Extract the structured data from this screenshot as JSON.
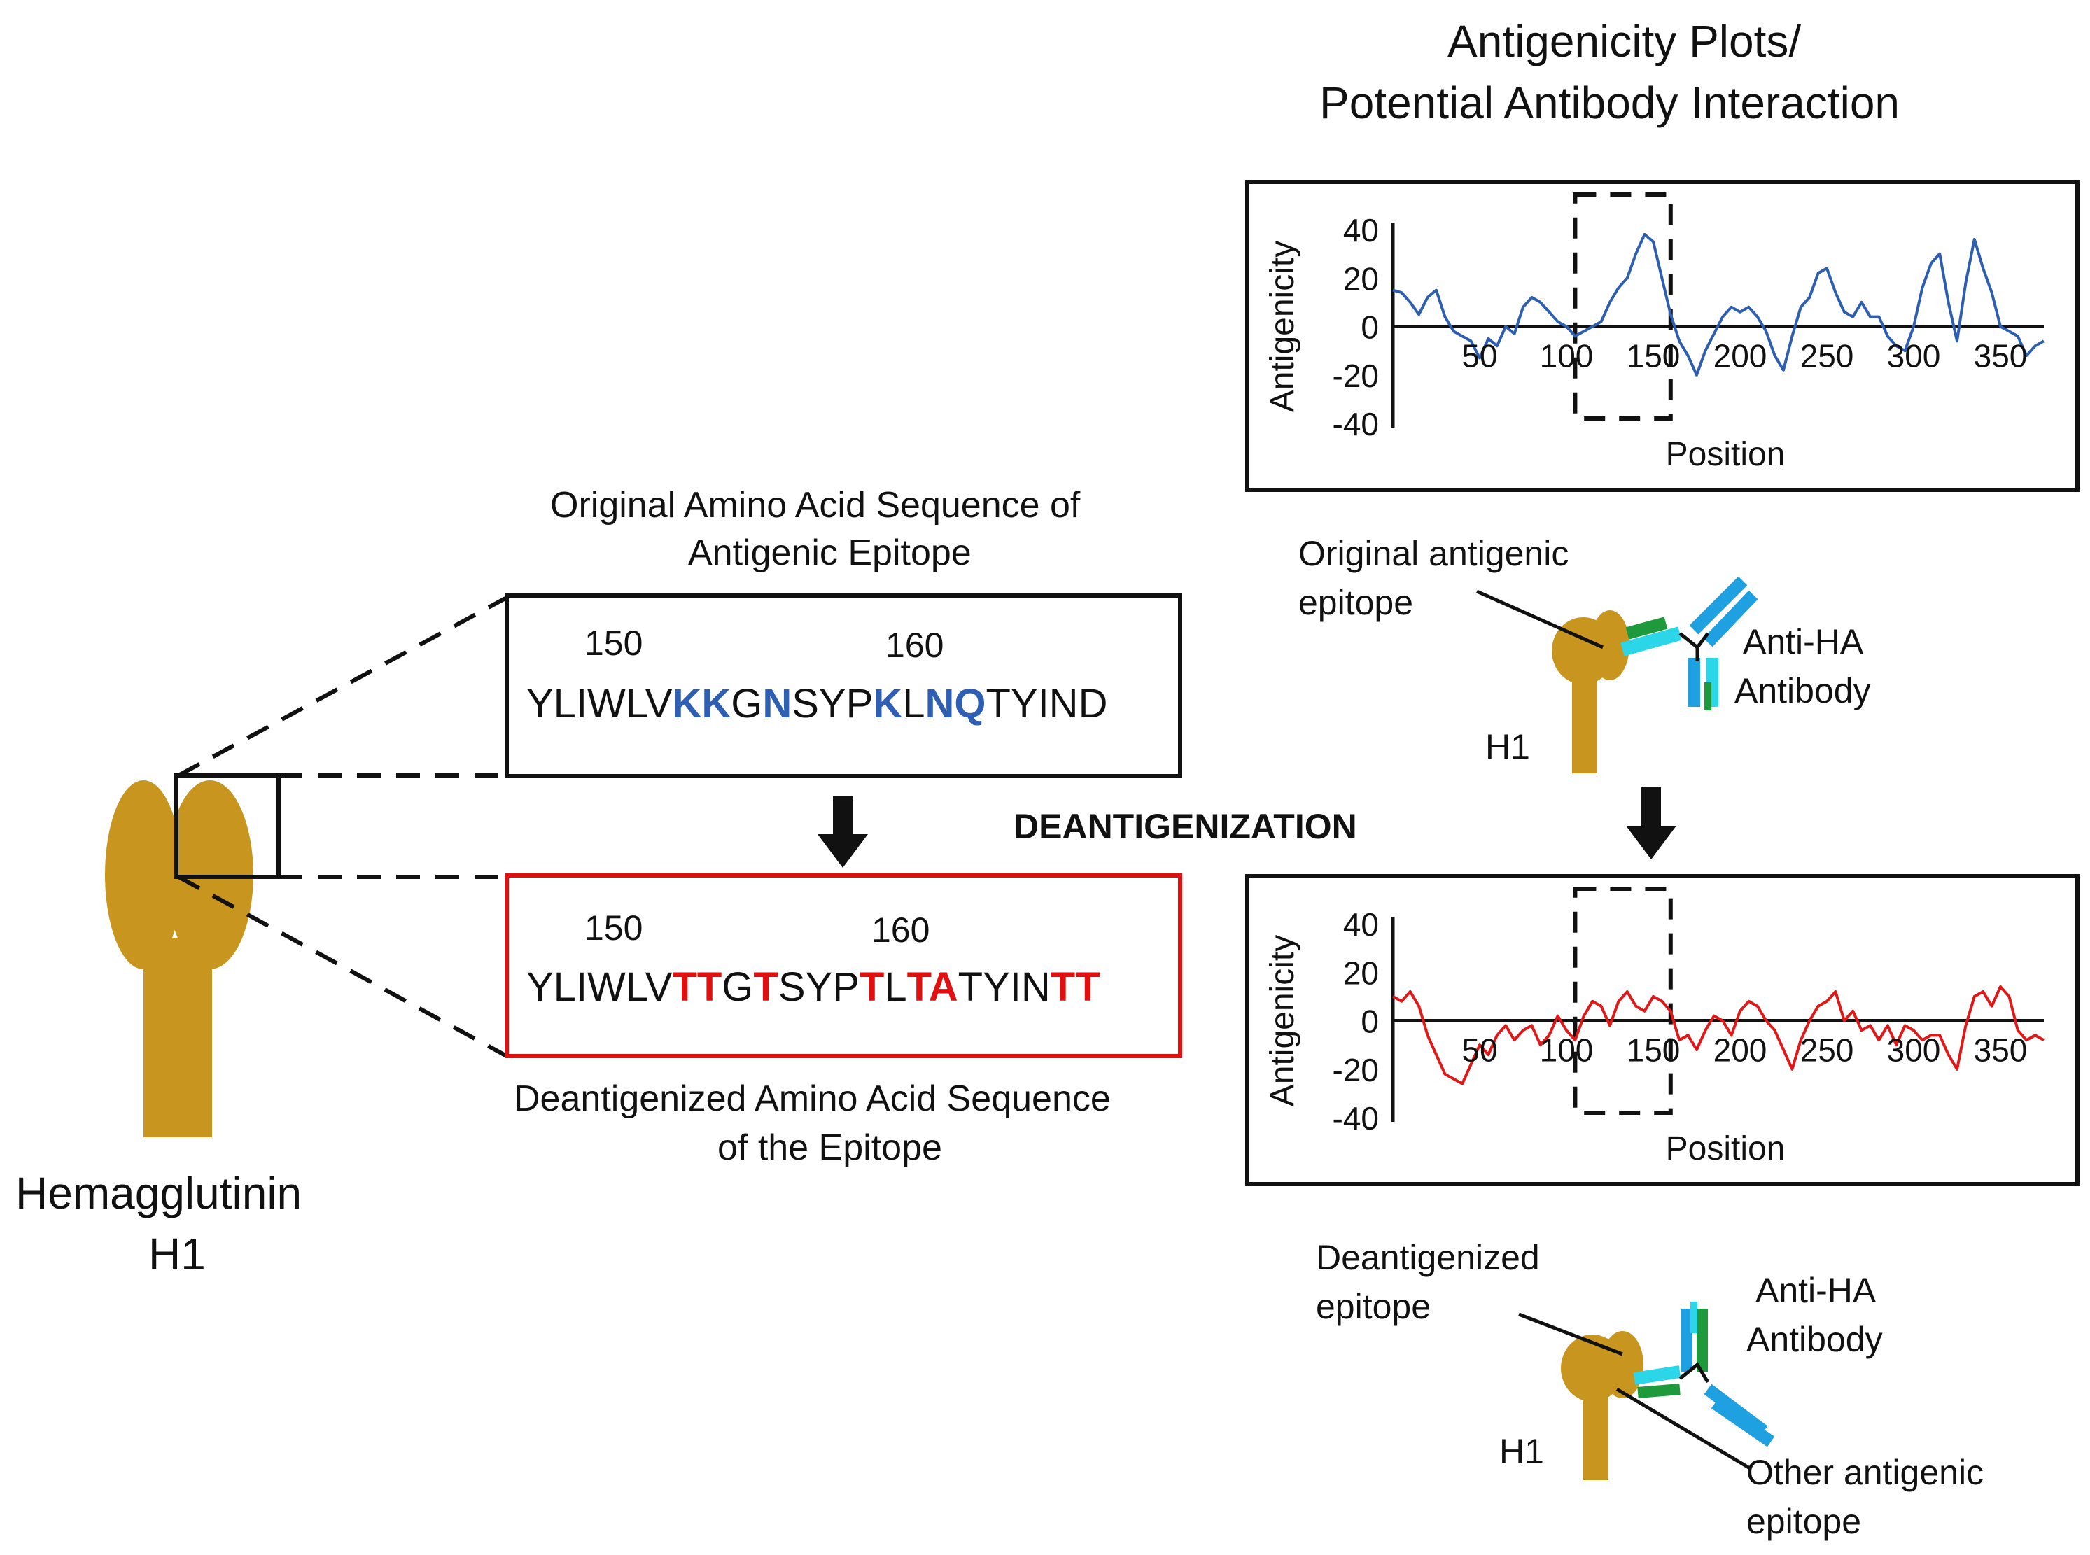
{
  "title": {
    "line1": "Antigenicity Plots/",
    "line2": "Potential Antibody Interaction"
  },
  "left": {
    "protein_label_line1": "Hemagglutinin",
    "protein_label_line2": "H1"
  },
  "original_sequence": {
    "caption_line1": "Original Amino Acid Sequence of",
    "caption_line2": "Antigenic Epitope",
    "marker_150": "150",
    "marker_160": "160",
    "highlight_color": "#2f5fb3",
    "segments": [
      {
        "text": "YLIWLV",
        "highlight": false
      },
      {
        "text": "KK",
        "highlight": true
      },
      {
        "text": "G",
        "highlight": false
      },
      {
        "text": "N",
        "highlight": true
      },
      {
        "text": "SYP",
        "highlight": false
      },
      {
        "text": "K",
        "highlight": true
      },
      {
        "text": "L",
        "highlight": false
      },
      {
        "text": "NQ",
        "highlight": true
      },
      {
        "text": "TYIND",
        "highlight": false
      }
    ]
  },
  "deantigenized_sequence": {
    "caption_line1": "Deantigenized Amino Acid Sequence",
    "caption_line2": "of the Epitope",
    "marker_150": "150",
    "marker_160": "160",
    "highlight_color": "#e01010",
    "segments": [
      {
        "text": "YLIWLV",
        "highlight": false
      },
      {
        "text": "TT",
        "highlight": true
      },
      {
        "text": "G",
        "highlight": false
      },
      {
        "text": "T",
        "highlight": true
      },
      {
        "text": "SYP",
        "highlight": false
      },
      {
        "text": "T",
        "highlight": true
      },
      {
        "text": "L",
        "highlight": false
      },
      {
        "text": "TA",
        "highlight": true
      },
      {
        "text": "TYIN",
        "highlight": false
      },
      {
        "text": "TT",
        "highlight": true
      }
    ]
  },
  "process_label": "DEANTIGENIZATION",
  "top_diagram": {
    "epitope_label_line1": "Original antigenic",
    "epitope_label_line2": "epitope",
    "antibody_label_line1": "Anti-HA",
    "antibody_label_line2": "Antibody",
    "protein_label": "H1"
  },
  "bottom_diagram": {
    "epitope_label_line1": "Deantigenized",
    "epitope_label_line2": "epitope",
    "antibody_label_line1": "Anti-HA",
    "antibody_label_line2": "Antibody",
    "protein_label": "H1",
    "other_label_line1": "Other antigenic",
    "other_label_line2": "epitope"
  },
  "colors": {
    "protein": "#c8961e",
    "antibody_heavy": "#1fa0e0",
    "antibody_light_cyan": "#2bd6e8",
    "antibody_light_green": "#1e9a3c",
    "original_plot_line": "#2d5eb0",
    "deantigenized_plot_line": "#e01818"
  },
  "chart_data": [
    {
      "type": "line",
      "title": "",
      "xlabel": "Position",
      "ylabel": "Antigenicity",
      "xlim": [
        0,
        375
      ],
      "ylim": [
        -40,
        40
      ],
      "x_ticks": [
        50,
        100,
        150,
        200,
        250,
        300,
        350
      ],
      "y_ticks": [
        40,
        20,
        0,
        -20,
        -40
      ],
      "highlight_range": [
        105,
        160
      ],
      "color": "#2d5eb0",
      "series": [
        {
          "x": [
            0,
            5,
            10,
            15,
            20,
            25,
            30,
            35,
            40,
            45,
            50,
            55,
            60,
            65,
            70,
            75,
            80,
            85,
            90,
            95,
            100,
            105,
            110,
            115,
            120,
            125,
            130,
            135,
            140,
            145,
            150,
            155,
            160,
            165,
            170,
            175,
            180,
            185,
            190,
            195,
            200,
            205,
            210,
            215,
            220,
            225,
            230,
            235,
            240,
            245,
            250,
            255,
            260,
            265,
            270,
            275,
            280,
            285,
            290,
            295,
            300,
            305,
            310,
            315,
            320,
            325,
            330,
            335,
            340,
            345,
            350,
            355,
            360,
            365,
            370,
            375
          ],
          "values": [
            15,
            14,
            10,
            5,
            12,
            15,
            4,
            -2,
            -4,
            -6,
            -13,
            -5,
            -8,
            0,
            -3,
            8,
            12,
            10,
            6,
            2,
            0,
            -4,
            -2,
            0,
            2,
            10,
            16,
            20,
            30,
            38,
            35,
            20,
            5,
            -6,
            -12,
            -20,
            -10,
            -3,
            4,
            8,
            6,
            8,
            4,
            -2,
            -12,
            -18,
            -4,
            8,
            12,
            22,
            24,
            14,
            6,
            4,
            10,
            4,
            4,
            -4,
            -8,
            -10,
            0,
            16,
            26,
            30,
            10,
            -6,
            18,
            36,
            24,
            14,
            0,
            -2,
            -4,
            -12,
            -8,
            -6
          ]
        }
      ]
    },
    {
      "type": "line",
      "title": "",
      "xlabel": "Position",
      "ylabel": "Antigenicity",
      "xlim": [
        0,
        375
      ],
      "ylim": [
        -40,
        40
      ],
      "x_ticks": [
        50,
        100,
        150,
        200,
        250,
        300,
        350
      ],
      "y_ticks": [
        40,
        20,
        0,
        -20,
        -40
      ],
      "highlight_range": [
        105,
        160
      ],
      "color": "#e01818",
      "series": [
        {
          "x": [
            0,
            5,
            10,
            15,
            20,
            25,
            30,
            35,
            40,
            45,
            50,
            55,
            60,
            65,
            70,
            75,
            80,
            85,
            90,
            95,
            100,
            105,
            110,
            115,
            120,
            125,
            130,
            135,
            140,
            145,
            150,
            155,
            160,
            165,
            170,
            175,
            180,
            185,
            190,
            195,
            200,
            205,
            210,
            215,
            220,
            225,
            230,
            235,
            240,
            245,
            250,
            255,
            260,
            265,
            270,
            275,
            280,
            285,
            290,
            295,
            300,
            305,
            310,
            315,
            320,
            325,
            330,
            335,
            340,
            345,
            350,
            355,
            360,
            365,
            370,
            375
          ],
          "values": [
            10,
            8,
            12,
            6,
            -6,
            -14,
            -22,
            -24,
            -26,
            -18,
            -10,
            -14,
            -6,
            -2,
            -8,
            -4,
            -2,
            -10,
            -6,
            2,
            -4,
            -8,
            2,
            8,
            6,
            -2,
            8,
            12,
            6,
            4,
            10,
            8,
            4,
            -8,
            -6,
            -12,
            -4,
            2,
            0,
            -6,
            4,
            8,
            6,
            0,
            -4,
            -12,
            -20,
            -8,
            0,
            6,
            8,
            12,
            0,
            4,
            -4,
            -2,
            -8,
            -2,
            -10,
            -2,
            -4,
            -8,
            -6,
            -6,
            -14,
            -20,
            -2,
            10,
            12,
            6,
            14,
            10,
            -4,
            -8,
            -6,
            -8
          ]
        }
      ]
    }
  ]
}
